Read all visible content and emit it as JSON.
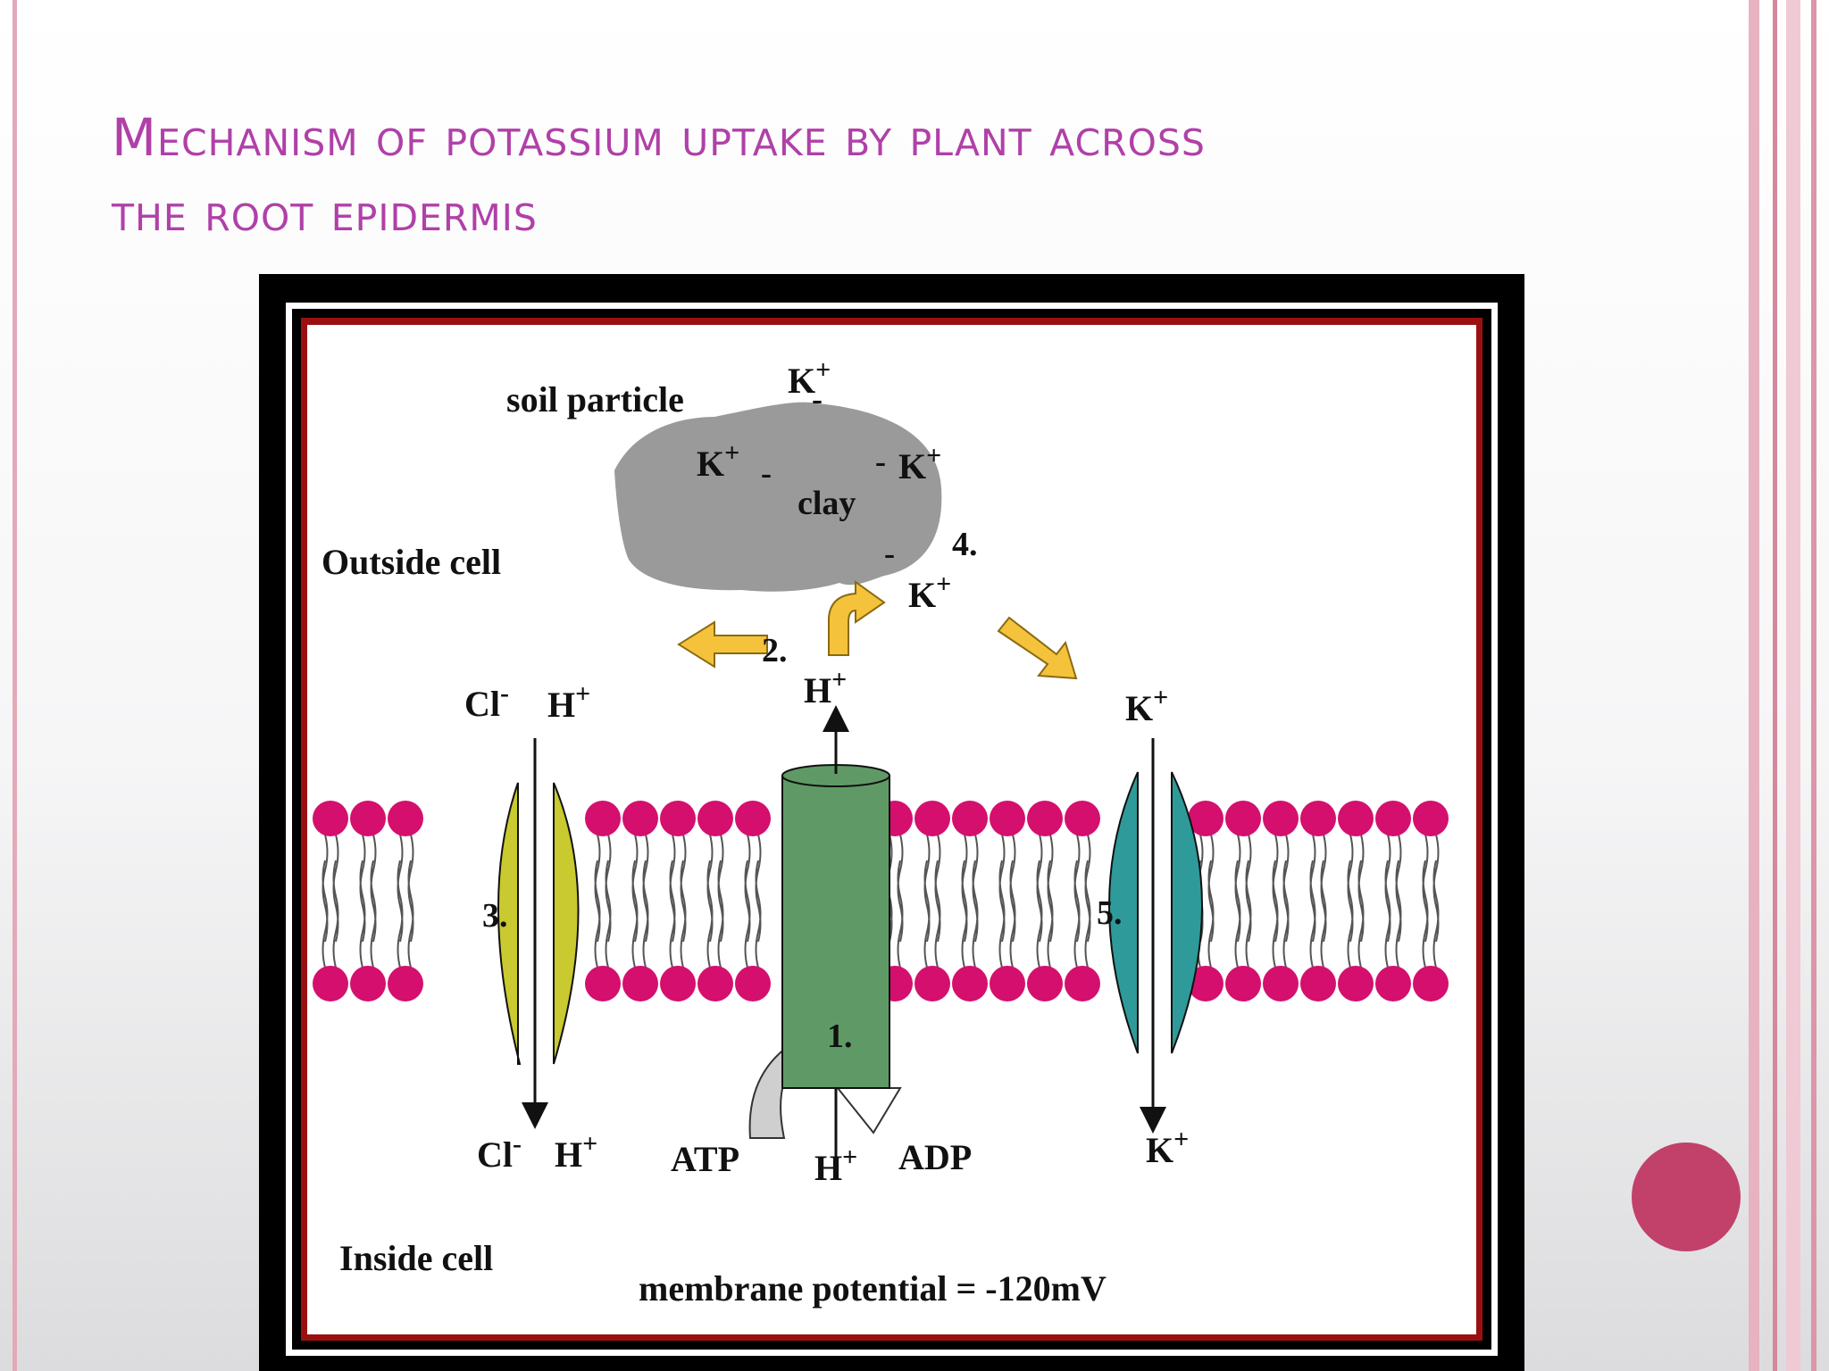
{
  "slide": {
    "title_line1": "Mechanism of potassium uptake by plant across",
    "title_line2": "the root epidermis"
  },
  "diagram": {
    "soil_particle": "soil particle",
    "clay": "clay",
    "outside_cell": "Outside cell",
    "inside_cell": "Inside cell",
    "membrane_potential": "membrane potential = -120mV",
    "step1": "1.",
    "step2": "2.",
    "step3": "3.",
    "step4": "4.",
    "step5": "5.",
    "k_plus": "K",
    "h_plus": "H",
    "cl_minus": "Cl",
    "plus": "+",
    "minus": "-",
    "atp": "ATP",
    "adp": "ADP"
  },
  "colors": {
    "title": "#b040a8",
    "lipid_head": "#d40f6e",
    "pump": "#5f9a66",
    "channel_cl": "#c9c930",
    "channel_k": "#2f9a9a",
    "arrow": "#f5c23c",
    "clay": "#9a9a9a",
    "accent_dot": "#c1416a"
  }
}
